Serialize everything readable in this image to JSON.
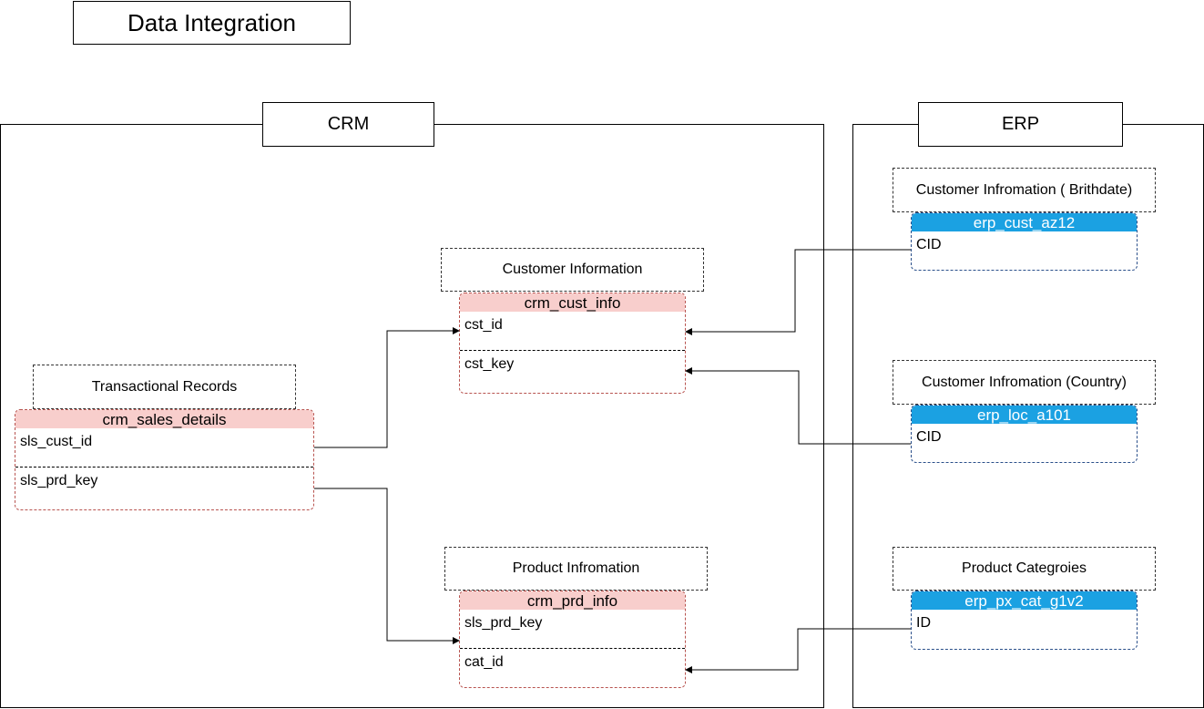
{
  "title": "Data Integration",
  "groups": {
    "crm": {
      "label": "CRM"
    },
    "erp": {
      "label": "ERP"
    }
  },
  "crm_tables": {
    "sales": {
      "caption": "Transactional Records",
      "name": "crm_sales_details",
      "fields": [
        "sls_cust_id",
        "sls_prd_key"
      ]
    },
    "cust": {
      "caption": "Customer Information",
      "name": "crm_cust_info",
      "fields": [
        "cst_id",
        "cst_key"
      ]
    },
    "prd": {
      "caption": "Product Infromation",
      "name": "crm_prd_info",
      "fields": [
        "sls_prd_key",
        "cat_id"
      ]
    }
  },
  "erp_tables": {
    "cust_az12": {
      "caption": "Customer Infromation ( Brithdate)",
      "name": "erp_cust_az12",
      "fields": [
        "CID"
      ]
    },
    "loc_a101": {
      "caption": "Customer Infromation (Country)",
      "name": "erp_loc_a101",
      "fields": [
        "CID"
      ]
    },
    "px_cat": {
      "caption": "Product Categroies",
      "name": "erp_px_cat_g1v2",
      "fields": [
        "ID"
      ]
    }
  },
  "relationships": [
    {
      "from": "crm_sales_details.sls_cust_id",
      "to": "crm_cust_info.cst_id"
    },
    {
      "from": "crm_sales_details.sls_prd_key",
      "to": "crm_prd_info.sls_prd_key"
    },
    {
      "from": "erp_cust_az12.CID",
      "to": "crm_cust_info.cst_id"
    },
    {
      "from": "erp_loc_a101.CID",
      "to": "crm_cust_info.cst_key"
    },
    {
      "from": "erp_px_cat_g1v2.ID",
      "to": "crm_prd_info.cat_id"
    }
  ],
  "colors": {
    "crm_header": "#f8cecc",
    "crm_border": "#b85450",
    "erp_header": "#1ba1e2",
    "erp_border": "#2a4f8a"
  }
}
